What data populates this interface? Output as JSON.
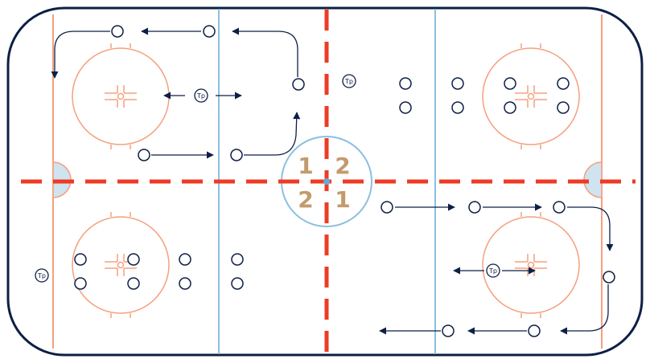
{
  "colors": {
    "board": "#0d1f45",
    "ice": "#ffffff",
    "red_line": "#ee3b24",
    "blue_line": "#8cbfe0",
    "circle": "#f5a07e",
    "crease": "#cfe3f1",
    "center_circle": "#8cbfe0",
    "center_dot": "#66aadd",
    "zone_number": "#c49a6c",
    "player": "#0d1f45",
    "arrow": "#0d1f45"
  },
  "icons": {
    "player": "open-circle-player-icon",
    "passer": "tp-circle-icon",
    "arrow": "arrow-icon"
  },
  "zones": {
    "top_left": "1",
    "top_right": "2",
    "bottom_left": "2",
    "bottom_right": "1"
  },
  "tp_labels": {
    "center_top": "Tp",
    "left_faceoff": "Tp",
    "left_corner": "Tp",
    "right_faceoff": "Tp"
  }
}
